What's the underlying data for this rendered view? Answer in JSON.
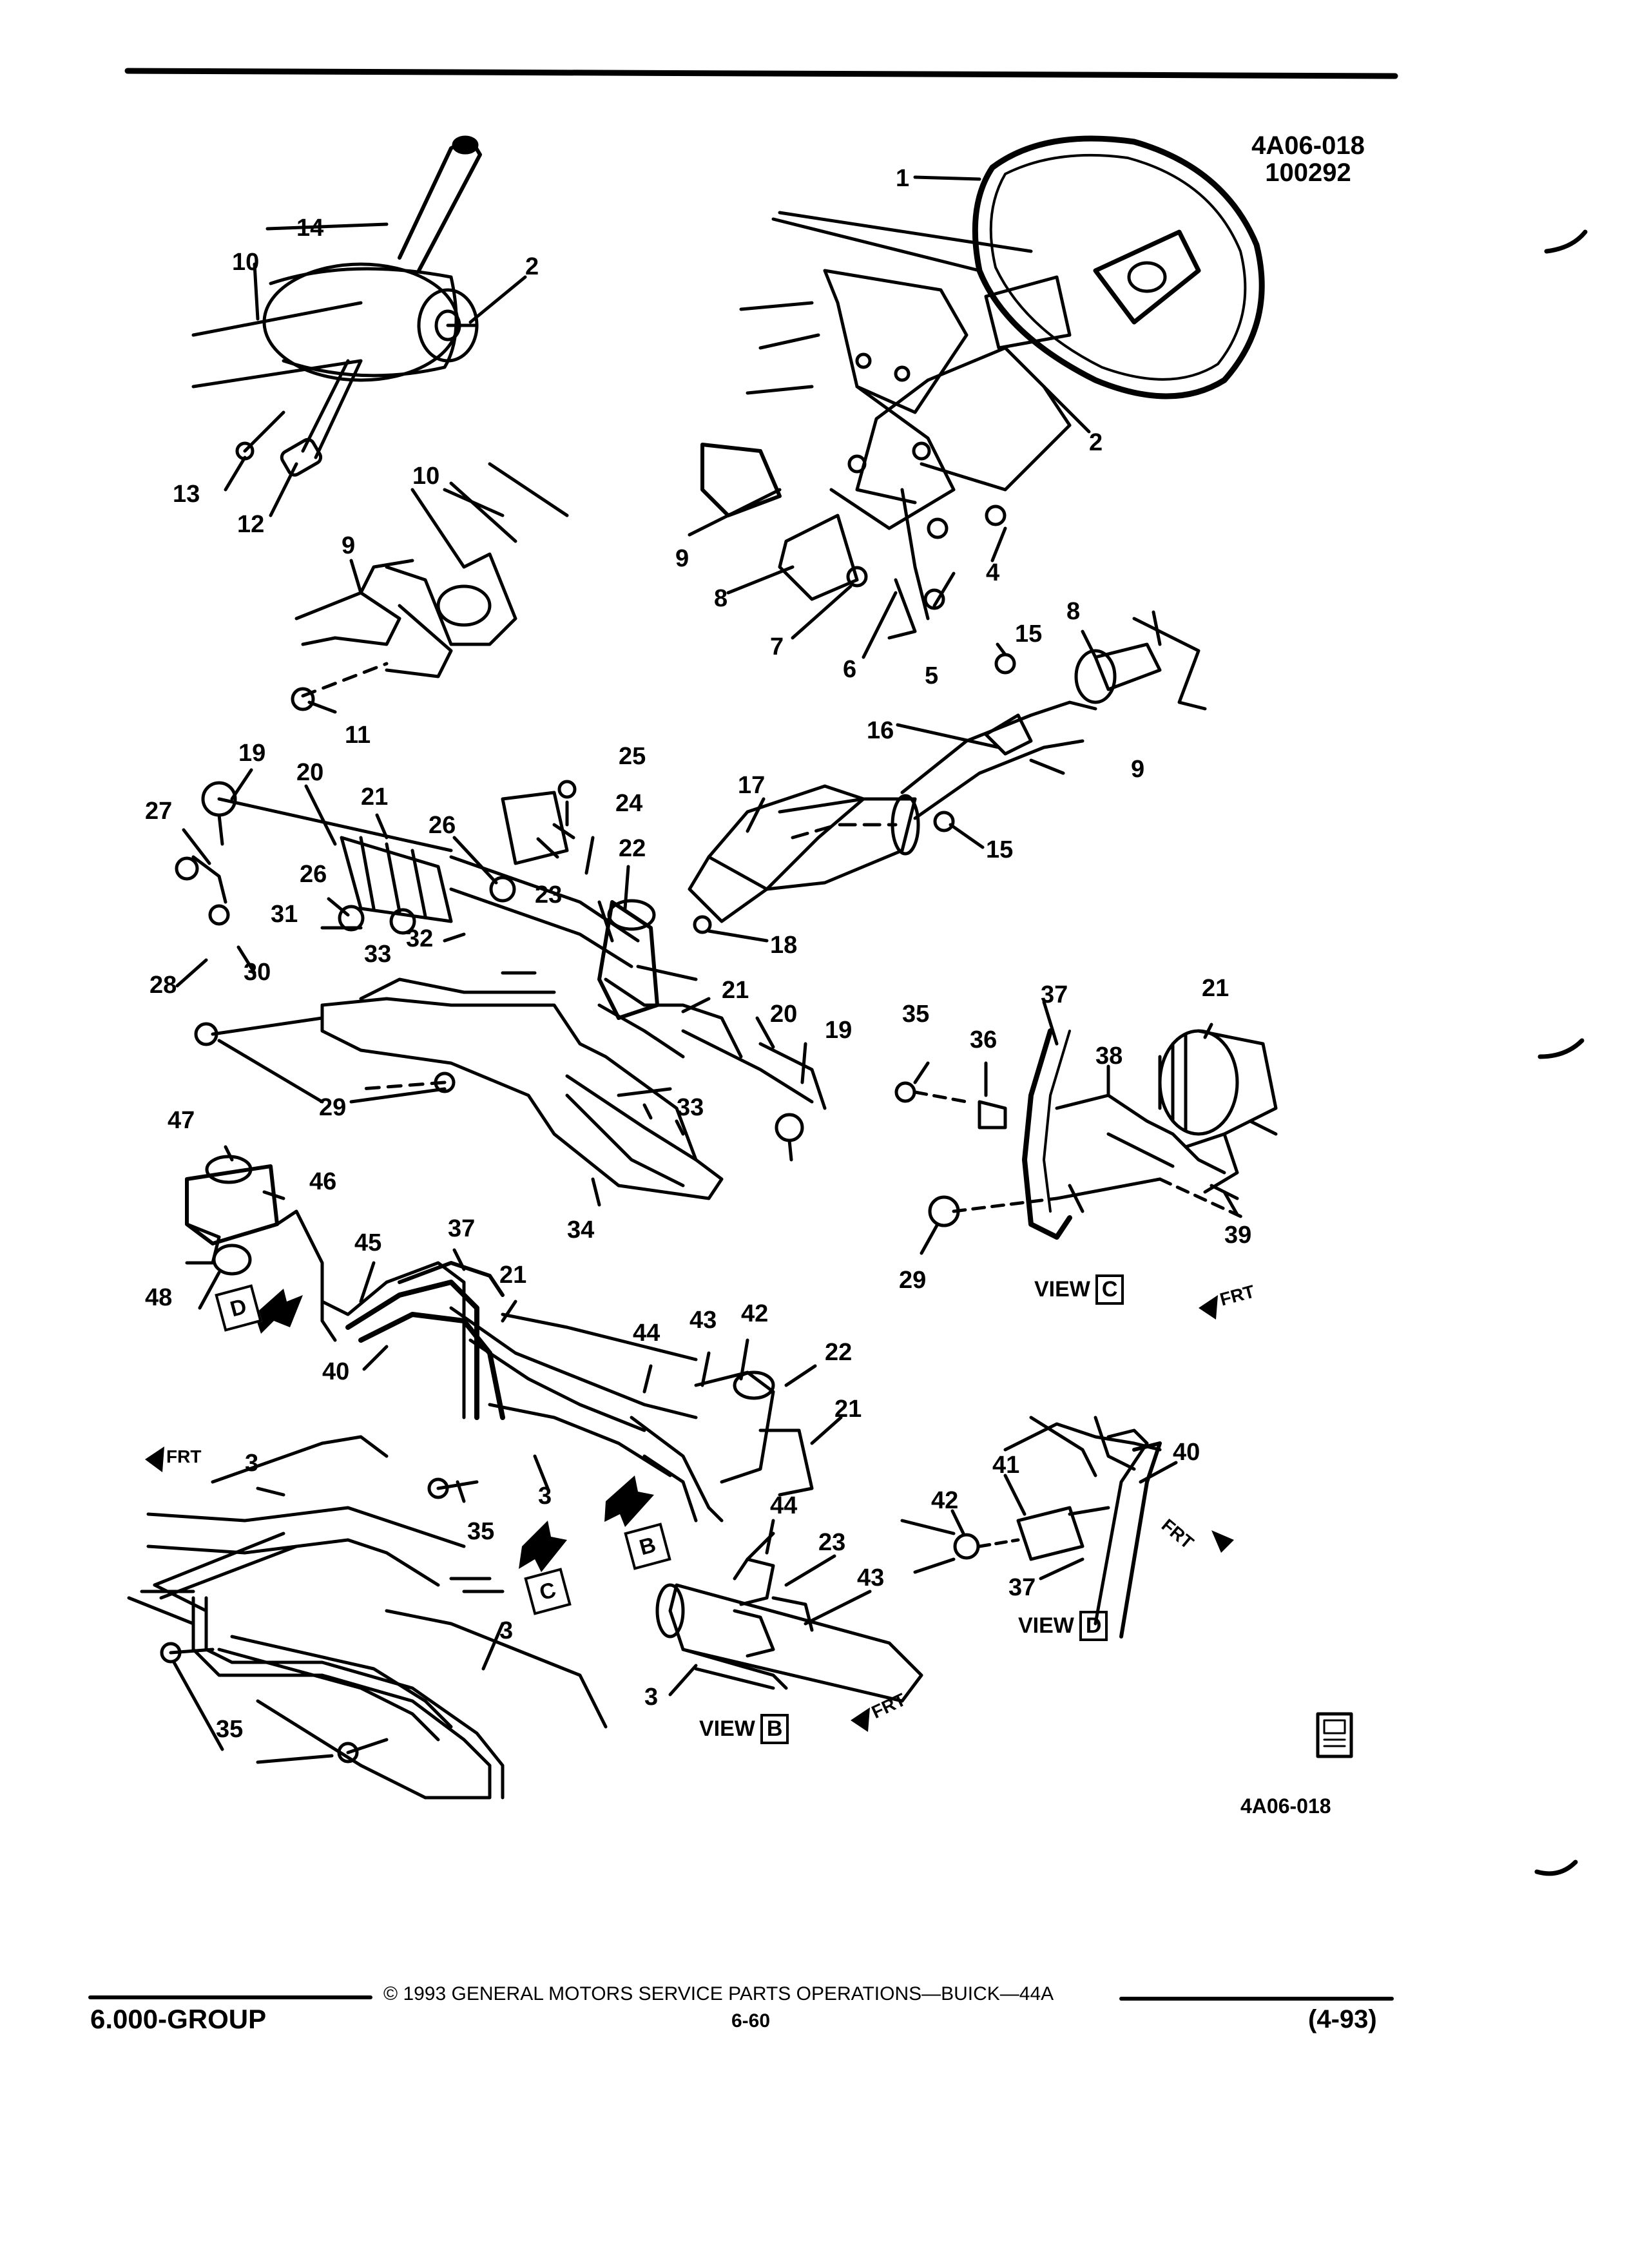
{
  "header": {
    "figure_code": "4A06-018",
    "figure_date": "100292"
  },
  "callouts": {
    "c1": "1",
    "c2a": "2",
    "c2b": "2",
    "c3a": "3",
    "c3b": "3",
    "c3c": "3",
    "c3d": "3",
    "c4": "4",
    "c5": "5",
    "c6": "6",
    "c7": "7",
    "c8a": "8",
    "c8b": "8",
    "c9a": "9",
    "c9b": "9",
    "c9c": "9",
    "c10a": "10",
    "c10b": "10",
    "c11": "11",
    "c12": "12",
    "c13": "13",
    "c14": "14",
    "c15a": "15",
    "c15b": "15",
    "c16": "16",
    "c17": "17",
    "c18": "18",
    "c19a": "19",
    "c19b": "19",
    "c20a": "20",
    "c20b": "20",
    "c21a": "21",
    "c21b": "21",
    "c21c": "21",
    "c21d": "21",
    "c21e": "21",
    "c22a": "22",
    "c22b": "22",
    "c23a": "23",
    "c23b": "23",
    "c24": "24",
    "c25": "25",
    "c26a": "26",
    "c26b": "26",
    "c27": "27",
    "c28": "28",
    "c29a": "29",
    "c29b": "29",
    "c30": "30",
    "c31": "31",
    "c32": "32",
    "c33a": "33",
    "c33b": "33",
    "c34": "34",
    "c35a": "35",
    "c35b": "35",
    "c35c": "35",
    "c36": "36",
    "c37a": "37",
    "c37b": "37",
    "c37c": "37",
    "c38": "38",
    "c39": "39",
    "c40a": "40",
    "c40b": "40",
    "c41": "41",
    "c42a": "42",
    "c42b": "42",
    "c43a": "43",
    "c43b": "43",
    "c44a": "44",
    "c44b": "44",
    "c45": "45",
    "c46": "46",
    "c47": "47",
    "c48": "48"
  },
  "views": {
    "view_word": "VIEW",
    "c": "C",
    "d": "D",
    "b": "B",
    "key_d": "D",
    "key_c": "C",
    "key_b": "B"
  },
  "frt": {
    "label": "FRT"
  },
  "footer": {
    "figure_code": "4A06-018",
    "copyright": "© 1993 GENERAL MOTORS SERVICE PARTS OPERATIONS—BUICK—44A",
    "group": "6.000-GROUP",
    "page": "6-60",
    "revision": "(4-93)"
  },
  "colors": {
    "ink": "#000000",
    "paper": "#ffffff"
  },
  "icons": {
    "catalog_badge": "gm-spo-badge-icon"
  }
}
